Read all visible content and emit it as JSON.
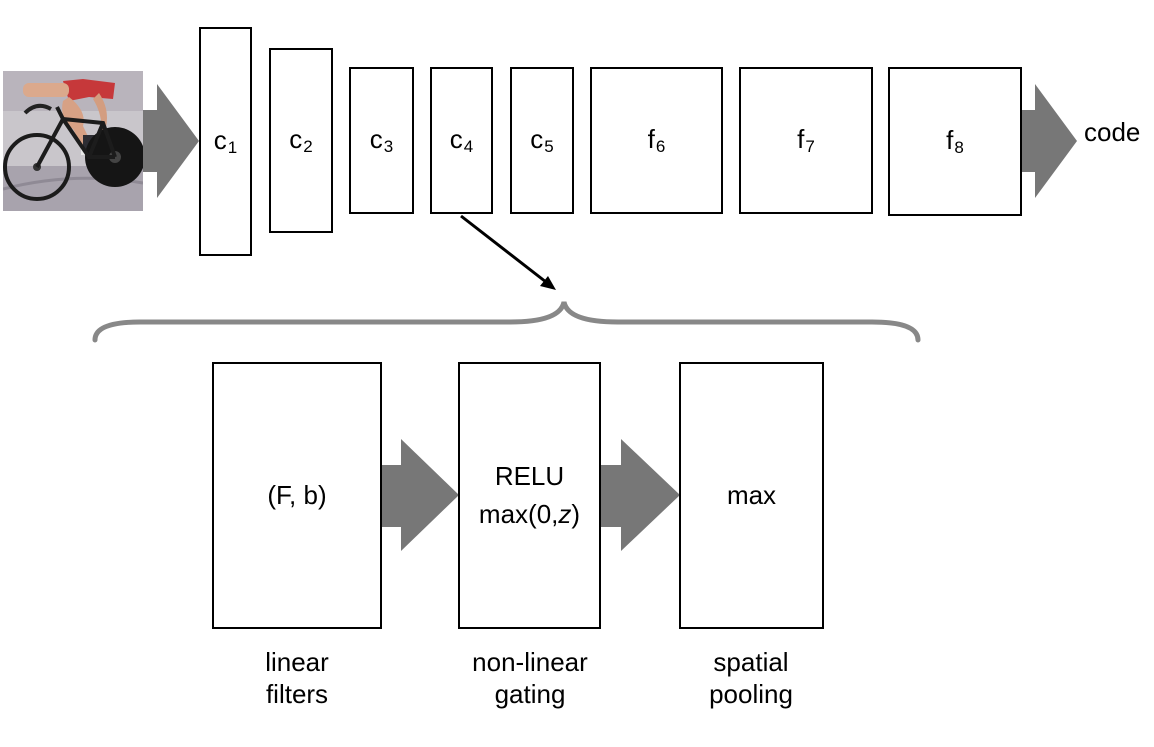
{
  "pipeline": {
    "layers": [
      {
        "base": "c",
        "sub": "1"
      },
      {
        "base": "c",
        "sub": "2"
      },
      {
        "base": "c",
        "sub": "3"
      },
      {
        "base": "c",
        "sub": "4"
      },
      {
        "base": "c",
        "sub": "5"
      },
      {
        "base": "f",
        "sub": "6"
      },
      {
        "base": "f",
        "sub": "7"
      },
      {
        "base": "f",
        "sub": "8"
      }
    ],
    "output_label": "code"
  },
  "detail": {
    "filters_box": "(F, b)",
    "relu_title": "RELU",
    "relu_formula_prefix": "max(0,",
    "relu_formula_var": "z",
    "relu_formula_suffix": ")",
    "pool_box": "max",
    "captions": {
      "filters_line1": "linear",
      "filters_line2": "filters",
      "gating_line1": "non-linear",
      "gating_line2": "gating",
      "pooling_line1": "spatial",
      "pooling_line2": "pooling"
    }
  },
  "colors": {
    "arrow_fill": "#777777",
    "brace_stroke": "#888888",
    "box_border": "#000000"
  }
}
